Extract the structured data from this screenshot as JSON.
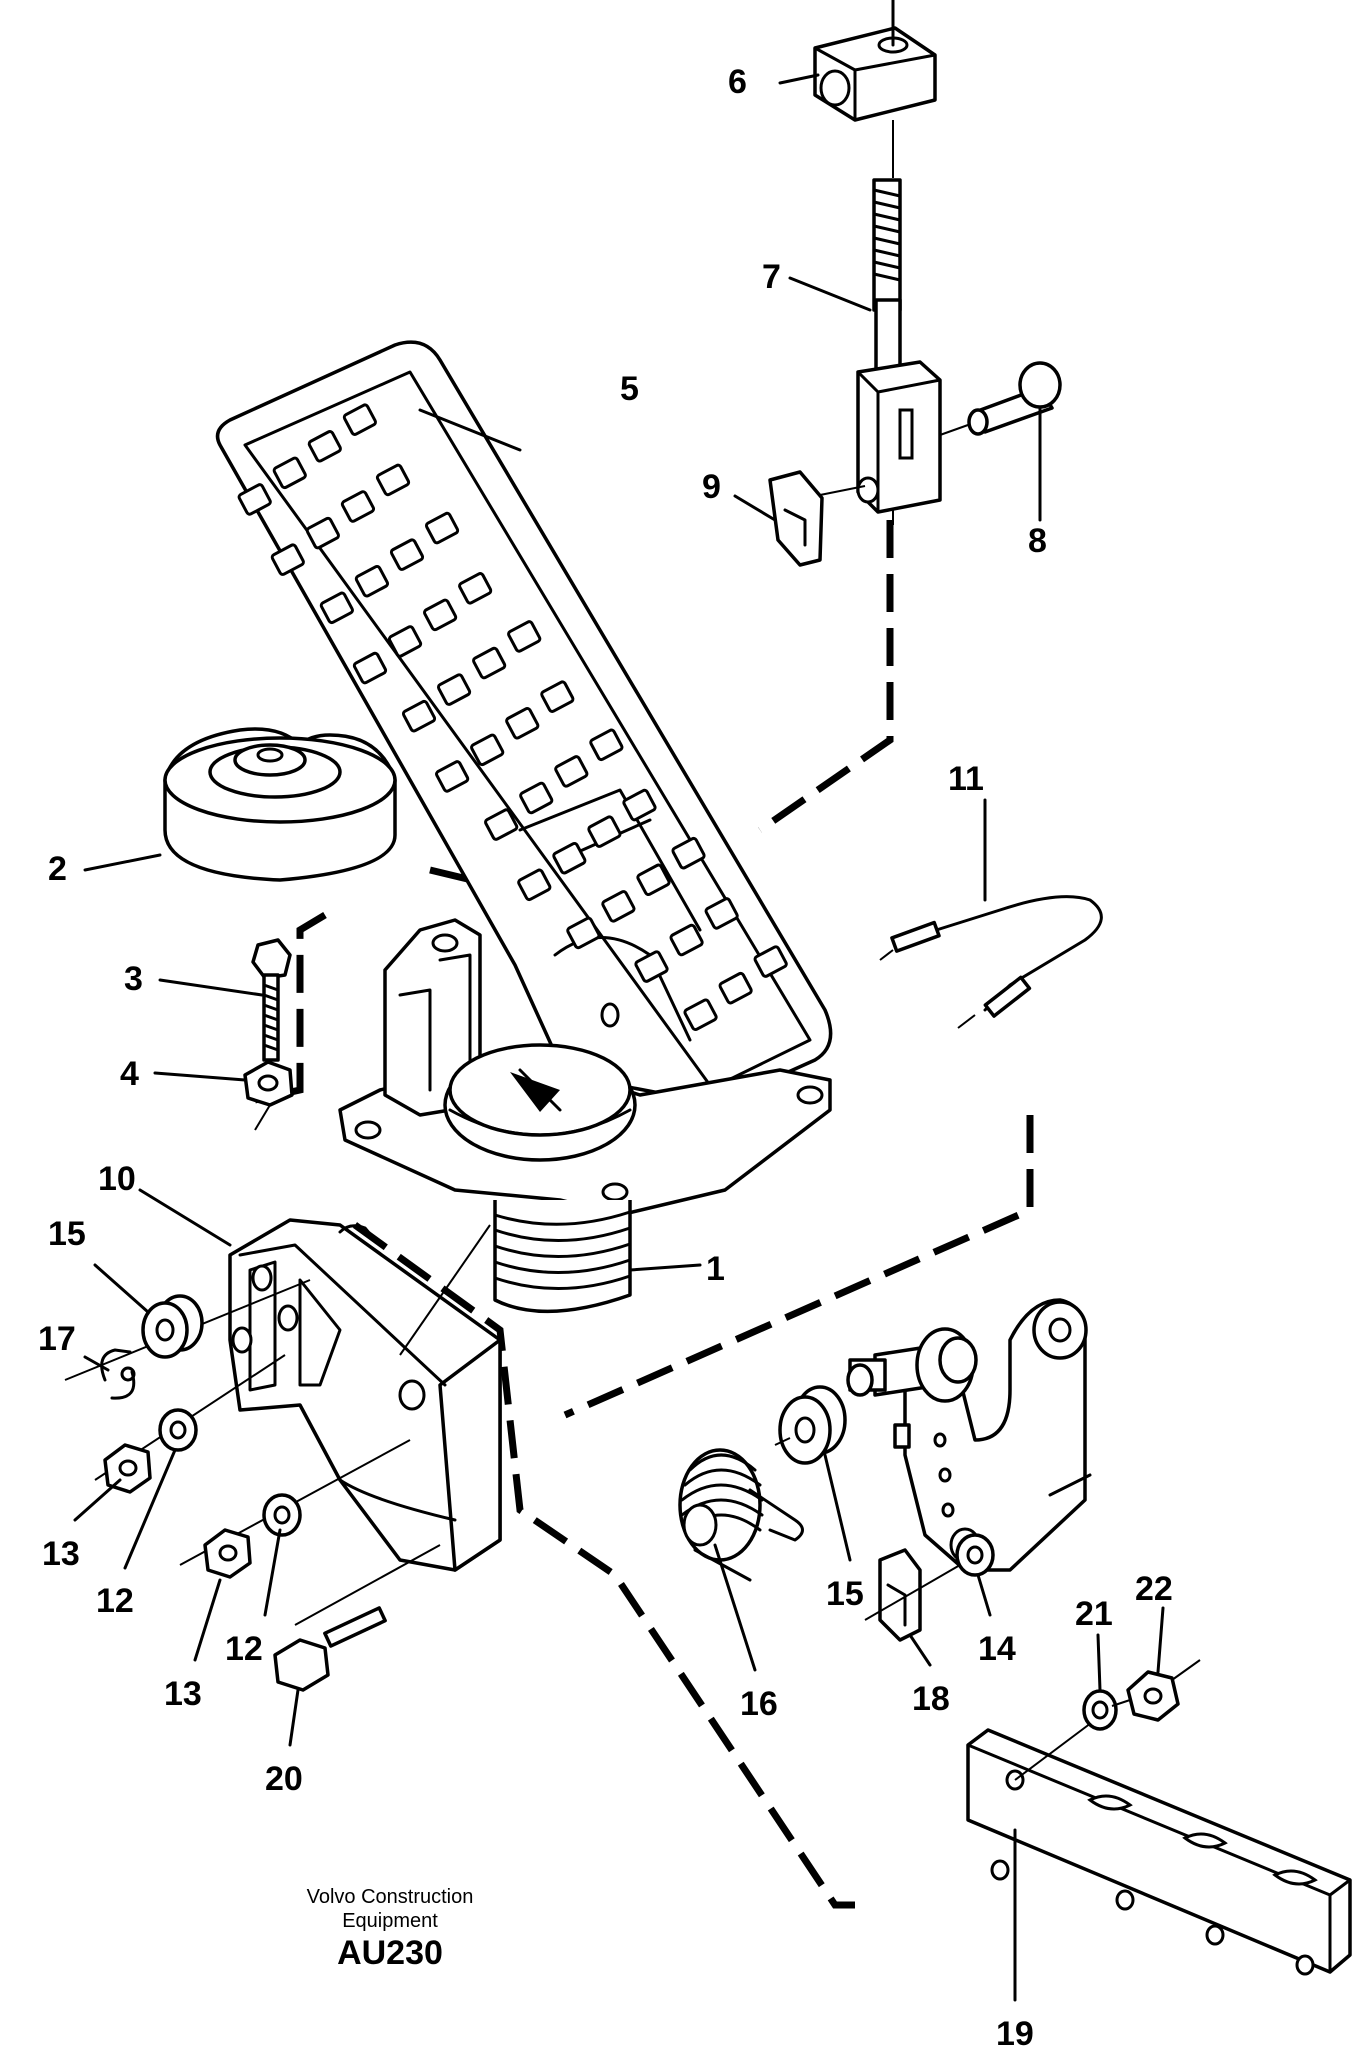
{
  "callouts": {
    "c1": "1",
    "c2": "2",
    "c3": "3",
    "c4": "4",
    "c5": "5",
    "c6": "6",
    "c7": "7",
    "c8": "8",
    "c9": "9",
    "c10": "10",
    "c11": "11",
    "c12a": "12",
    "c12b": "12",
    "c13a": "13",
    "c13b": "13",
    "c14": "14",
    "c15a": "15",
    "c15b": "15",
    "c16": "16",
    "c17": "17",
    "c18": "18",
    "c19": "19",
    "c20": "20",
    "c21": "21",
    "c22": "22"
  },
  "caption": {
    "line1": "Volvo Construction",
    "line2": "Equipment",
    "code": "AU230"
  }
}
